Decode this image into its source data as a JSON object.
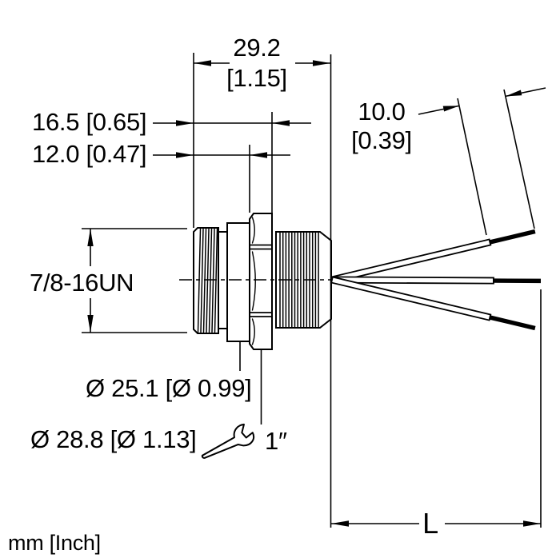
{
  "drawing": {
    "units_note": "mm [Inch]",
    "dimensions": {
      "overall_length_mm": "29.2",
      "overall_length_inch": "[1.15]",
      "length_to_hex_back": "16.5 [0.65]",
      "length_to_flange_back": "12.0 [0.47]",
      "wire_strip_length_mm": "10.0",
      "wire_strip_length_inch": "[0.39]",
      "thread_spec": "7/8-16UN",
      "flange_diameter": "Ø 25.1 [Ø 0.99]",
      "body_diameter": "Ø 28.8 [Ø 1.13]",
      "wrench_size": "1″",
      "cable_length_label": "L"
    },
    "colors": {
      "line": "#000000",
      "text": "#000000",
      "background": "#ffffff"
    }
  }
}
